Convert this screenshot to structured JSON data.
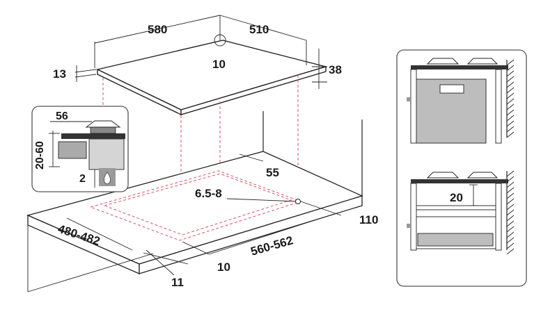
{
  "diagram": {
    "hob_width": "580",
    "hob_depth": "510",
    "hob_thickness": "13",
    "hob_total_height": "38",
    "gas_inlet_offset": "10",
    "inset_overhang": "56",
    "inset_clearance_range": "20-60",
    "inset_min_gap": "2",
    "cutout_rear_gap": "55",
    "cutout_depth": "480-482",
    "cutout_width": "560-562",
    "cutout_corner_radius": "6.5-8",
    "front_edge_gap": "10",
    "side_gap": "110",
    "front_gap": "11",
    "oven_gap": "20"
  },
  "colors": {
    "cutout_lines": "#d9505f",
    "oven_fill": "#bdbdbd",
    "panel_border": "#555555"
  },
  "icons": [
    "flame-icon",
    "hob-burner-icon"
  ]
}
